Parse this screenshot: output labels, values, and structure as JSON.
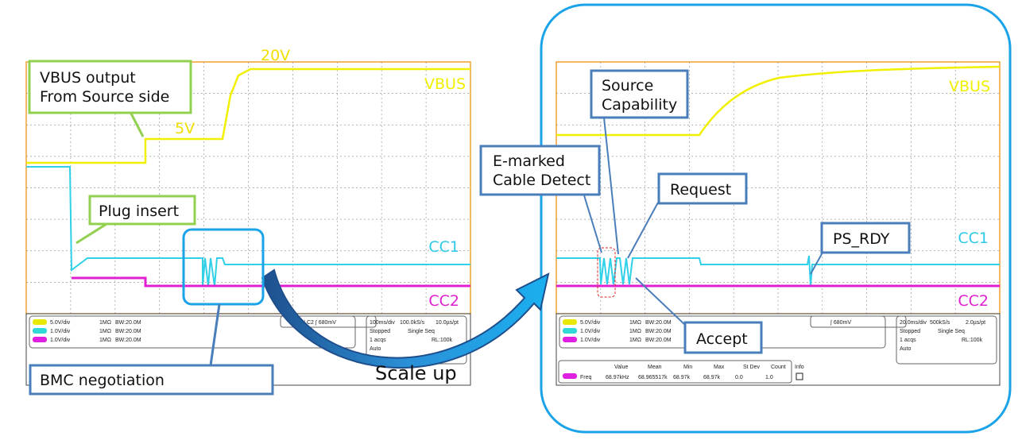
{
  "left_scope": {
    "labels": {
      "vbus": "VBUS",
      "cc1": "CC1",
      "cc2": "CC2",
      "v20": "20V",
      "v5": "5V"
    },
    "channels": [
      {
        "id": "C1",
        "scale": "5.0V/div",
        "imp": "1MΩ",
        "bw": "BW:20.0M",
        "color": "#e8e800"
      },
      {
        "id": "C2",
        "scale": "1.0V/div",
        "imp": "1MΩ",
        "bw": "BW:20.0M",
        "color": "#30d8d8"
      },
      {
        "id": "C3",
        "scale": "1.0V/div",
        "imp": "1MΩ",
        "bw": "BW:20.0M",
        "color": "#e020e0"
      }
    ],
    "trigger": "A' C2 ∫ 680mV",
    "timebase": {
      "div": "100ms/div",
      "rate": "100.0kS/s",
      "pt": "10.0µs/pt",
      "state": "Stopped",
      "mode": "Single Seq",
      "acqs": "1 acqs",
      "rl": "RL:100k",
      "auto": "Auto"
    }
  },
  "right_scope": {
    "labels": {
      "vbus": "VBUS",
      "cc1": "CC1",
      "cc2": "CC2"
    },
    "channels": [
      {
        "id": "C1",
        "scale": "5.0V/div",
        "imp": "1MΩ",
        "bw": "BW:20.0M"
      },
      {
        "id": "C2",
        "scale": "1.0V/div",
        "imp": "1MΩ",
        "bw": "BW:20.0M"
      },
      {
        "id": "C3",
        "scale": "1.0V/div",
        "imp": "1MΩ",
        "bw": "BW:20.0M"
      }
    ],
    "trigger": "∫ 680mV",
    "timebase": {
      "div": "20.0ms/div",
      "rate": "500kS/s",
      "pt": "2.0µs/pt",
      "state": "Stopped",
      "mode": "Single Seq",
      "acqs": "1 acqs",
      "rl": "RL:100k",
      "auto": "Auto"
    },
    "measure": {
      "headers": [
        "Value",
        "Mean",
        "Min",
        "Max",
        "St Dev",
        "Count",
        "Info"
      ],
      "row": {
        "ch": "C3",
        "name": "Freq",
        "values": [
          "68.97kHz",
          "68.965517k",
          "68.97k",
          "68.97k",
          "0.0",
          "1.0"
        ]
      }
    }
  },
  "callouts": {
    "vbus_output": [
      "VBUS output",
      "From Source side"
    ],
    "plug_insert": "Plug insert",
    "bmc": "BMC negotiation",
    "scale_up": "Scale up",
    "source_cap": [
      "Source",
      "Capability"
    ],
    "emarked": [
      "E-marked",
      "Cable Detect"
    ],
    "request": "Request",
    "accept": "Accept",
    "ps_rdy": "PS_RDY"
  },
  "colors": {
    "vbus": "#f0f000",
    "cc1": "#30d0e8",
    "cc2": "#e020d0",
    "callout_green": "#92d050",
    "callout_blue": "#4a7ebb",
    "frame_blue": "#1aa3e8"
  }
}
